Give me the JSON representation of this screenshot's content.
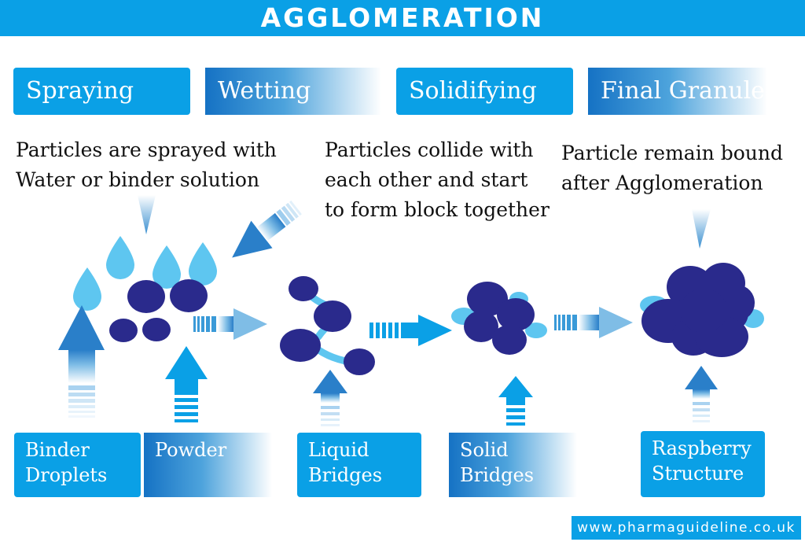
{
  "title": "AGGLOMERATION",
  "stages": {
    "spraying": "Spraying",
    "wetting": "Wetting",
    "solidifying": "Solidifying",
    "final": "Final Granule"
  },
  "descriptions": {
    "spraying": "Particles are sprayed with\nWater or binder solution",
    "wetting": "Particles collide with\neach other and start\nto form block together",
    "final": "Particle remain bound\nafter Agglomeration"
  },
  "labels": {
    "binder_droplets": "Binder\nDroplets",
    "powder": "Powder",
    "liquid_bridges": "Liquid\nBridges",
    "solid_bridges": "Solid\nBridges",
    "raspberry": "Raspberry\nStructure"
  },
  "website": "www.pharmaguideline.co.uk",
  "colors": {
    "accent": "#0aa0e6",
    "particle": "#2a2a8c",
    "droplet": "#5ec6f0",
    "gradient_dark": "#1572c4"
  }
}
